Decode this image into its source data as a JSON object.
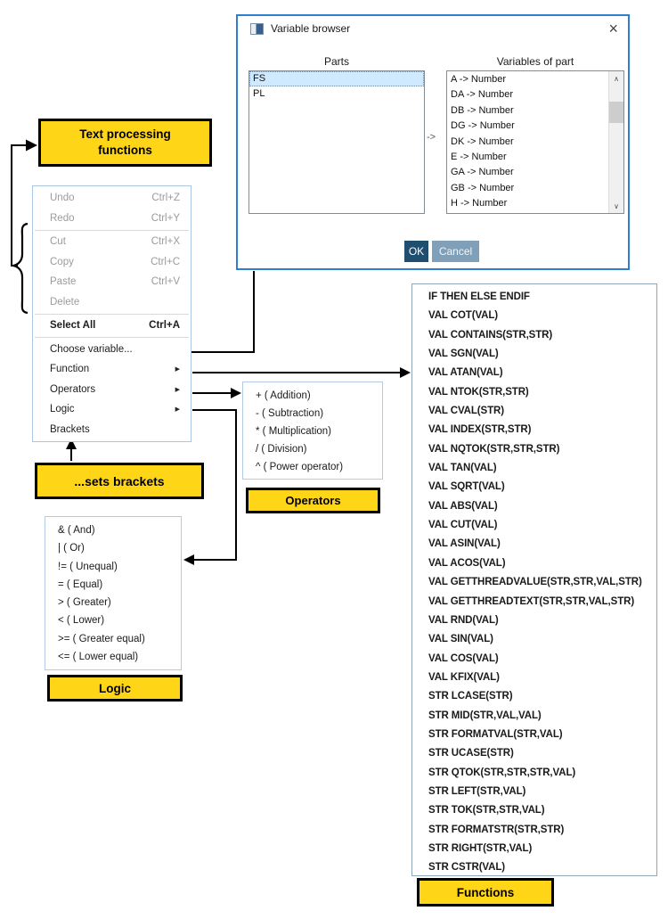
{
  "colors": {
    "highlight_yellow": "#ffd617",
    "dialog_border": "#2e7fd0",
    "ok_button_bg": "#1f4e6e",
    "cancel_button_bg": "#7fa0b8",
    "selection_bg": "#cfe9ff"
  },
  "icons": {
    "close": "×",
    "scroll_up": "∧",
    "scroll_down": "∨",
    "submenu_arrow": "▶"
  },
  "dialog": {
    "title": "Variable browser",
    "parts_label": "Parts",
    "variables_label": "Variables of part",
    "map_arrow": "->",
    "parts": [
      "FS",
      "PL"
    ],
    "selected_part": "FS",
    "variables": [
      "A -> Number",
      "DA -> Number",
      "DB -> Number",
      "DG -> Number",
      "DK -> Number",
      "E -> Number",
      "GA -> Number",
      "GB -> Number",
      "H -> Number"
    ],
    "ok_label": "OK",
    "cancel_label": "Cancel"
  },
  "context_menu": {
    "items": [
      {
        "label": "Undo",
        "shortcut": "Ctrl+Z",
        "state": "disabled"
      },
      {
        "label": "Redo",
        "shortcut": "Ctrl+Y",
        "state": "disabled"
      },
      {
        "label": "Cut",
        "shortcut": "Ctrl+X",
        "state": "disabled"
      },
      {
        "label": "Copy",
        "shortcut": "Ctrl+C",
        "state": "disabled"
      },
      {
        "label": "Paste",
        "shortcut": "Ctrl+V",
        "state": "disabled"
      },
      {
        "label": "Delete",
        "shortcut": "",
        "state": "disabled"
      },
      {
        "label": "Select All",
        "shortcut": "Ctrl+A",
        "state": "enabled"
      },
      {
        "label": "Choose variable...",
        "shortcut": "",
        "state": "enabled"
      },
      {
        "label": "Function",
        "shortcut": "",
        "state": "enabled",
        "has_submenu": true
      },
      {
        "label": "Operators",
        "shortcut": "",
        "state": "enabled",
        "has_submenu": true
      },
      {
        "label": "Logic",
        "shortcut": "",
        "state": "enabled",
        "has_submenu": true
      },
      {
        "label": "Brackets",
        "shortcut": "",
        "state": "enabled"
      }
    ]
  },
  "operators_menu": {
    "items": [
      "+ ( Addition)",
      "- ( Subtraction)",
      "* ( Multiplication)",
      "/ ( Division)",
      "^ ( Power operator)"
    ]
  },
  "logic_menu": {
    "items": [
      "& ( And)",
      "| ( Or)",
      "!= ( Unequal)",
      "= ( Equal)",
      "> ( Greater)",
      "< ( Lower)",
      ">= ( Greater equal)",
      "<= ( Lower equal)"
    ]
  },
  "functions": {
    "items": [
      "IF THEN ELSE ENDIF",
      "VAL COT(VAL)",
      "VAL CONTAINS(STR,STR)",
      "VAL SGN(VAL)",
      "VAL ATAN(VAL)",
      "VAL NTOK(STR,STR)",
      "VAL CVAL(STR)",
      "VAL INDEX(STR,STR)",
      "VAL NQTOK(STR,STR,STR)",
      "VAL TAN(VAL)",
      "VAL SQRT(VAL)",
      "VAL ABS(VAL)",
      "VAL CUT(VAL)",
      "VAL ASIN(VAL)",
      "VAL ACOS(VAL)",
      "VAL GETTHREADVALUE(STR,STR,VAL,STR)",
      "VAL GETTHREADTEXT(STR,STR,VAL,STR)",
      "VAL RND(VAL)",
      "VAL SIN(VAL)",
      "VAL COS(VAL)",
      "VAL KFIX(VAL)",
      "STR LCASE(STR)",
      "STR MID(STR,VAL,VAL)",
      "STR FORMATVAL(STR,VAL)",
      "STR UCASE(STR)",
      "STR QTOK(STR,STR,STR,VAL)",
      "STR LEFT(STR,VAL)",
      "STR TOK(STR,STR,VAL)",
      "STR FORMATSTR(STR,STR)",
      "STR RIGHT(STR,VAL)",
      "STR CSTR(VAL)"
    ]
  },
  "callouts": {
    "text_processing": "Text processing functions",
    "sets_brackets": "...sets brackets",
    "operators": "Operators",
    "logic": "Logic",
    "functions": "Functions"
  }
}
